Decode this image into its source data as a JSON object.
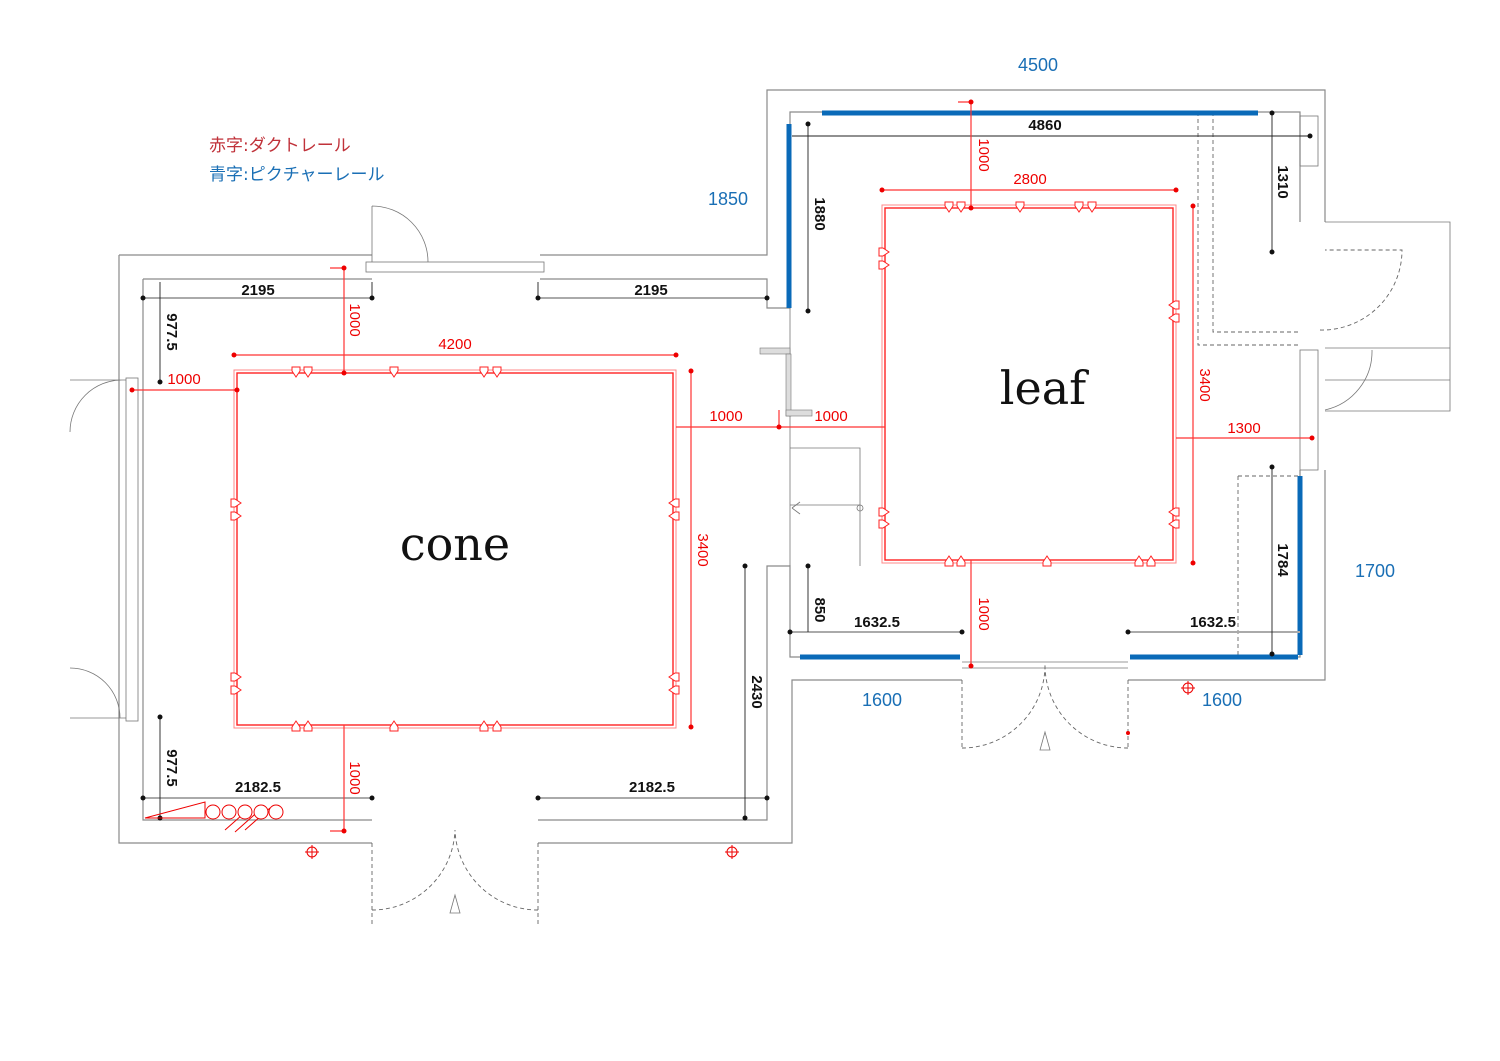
{
  "legend": {
    "red": "赤字:ダクトレール",
    "blue": "青字:ピクチャーレール"
  },
  "rooms": {
    "cone": "cone",
    "leaf": "leaf"
  },
  "colors": {
    "duct_rail": "#ff2222",
    "picture_rail": "#0a6ab8",
    "wall": "#8a8a8a"
  },
  "blue_dims": {
    "top": "4500",
    "left_upper": "1850",
    "right": "1700",
    "bottom_left": "1600",
    "bottom_right": "1600"
  },
  "black_dims": {
    "cone_top_left": "2195",
    "cone_top_right": "2195",
    "cone_left_upper": "977.5",
    "cone_left_lower": "977.5",
    "cone_bottom_left": "2182.5",
    "cone_bottom_right": "2182.5",
    "cone_right_lower": "2430",
    "leaf_top": "4860",
    "leaf_left": "1880",
    "leaf_right_upper": "1310",
    "leaf_right_lower": "1784",
    "leaf_left_lower": "850",
    "leaf_bottom_left": "1632.5",
    "leaf_bottom_right": "1632.5"
  },
  "red_dims": {
    "cone_left_offset": "1000",
    "cone_width": "4200",
    "cone_top_offset": "1000",
    "cone_height": "3400",
    "cone_right_offset": "1000",
    "leaf_left_offset": "1000",
    "cone_bottom_offset": "1000",
    "leaf_width": "2800",
    "leaf_top_offset": "1000",
    "leaf_height": "3400",
    "leaf_right_offset": "1300",
    "leaf_bottom_offset": "1000"
  }
}
